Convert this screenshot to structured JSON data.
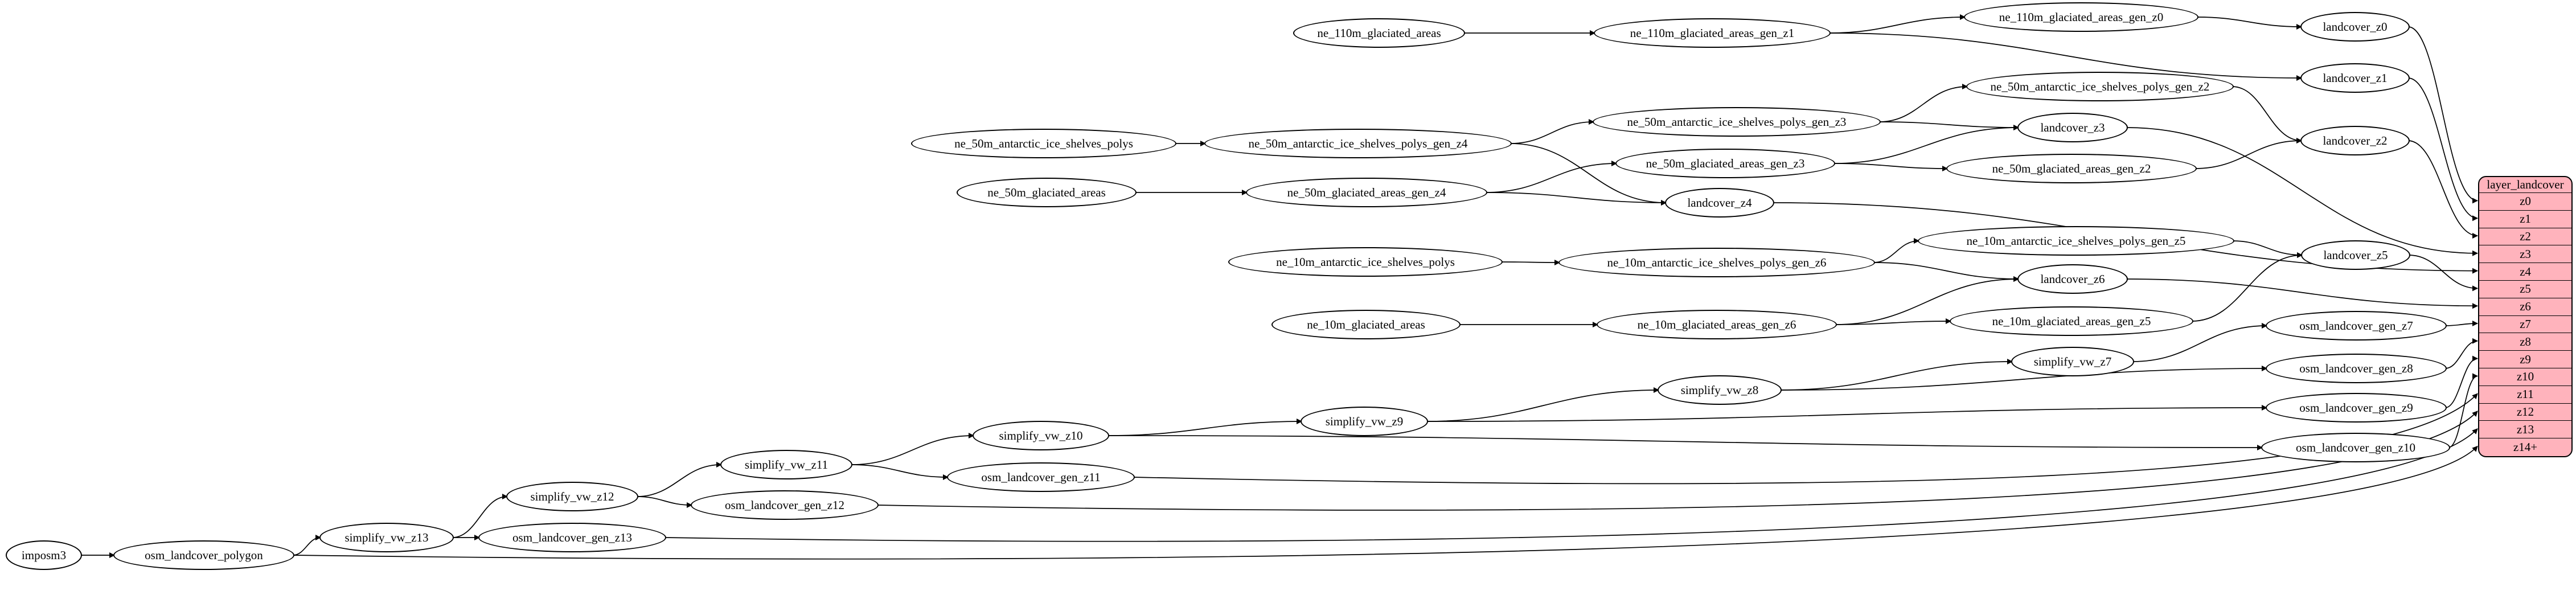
{
  "diagram": {
    "colors": {
      "node_fill": "#ffffff",
      "node_border": "#000000",
      "edge": "#000000",
      "table_fill": "#ffb3bc",
      "table_border": "#000000",
      "background": "#ffffff"
    },
    "nodes": [
      {
        "id": "imposm3",
        "label": "imposm3"
      },
      {
        "id": "osm_landcover_polygon",
        "label": "osm_landcover_polygon"
      },
      {
        "id": "simplify_vw_z13",
        "label": "simplify_vw_z13"
      },
      {
        "id": "osm_landcover_gen_z13",
        "label": "osm_landcover_gen_z13"
      },
      {
        "id": "simplify_vw_z12",
        "label": "simplify_vw_z12"
      },
      {
        "id": "osm_landcover_gen_z12",
        "label": "osm_landcover_gen_z12"
      },
      {
        "id": "simplify_vw_z11",
        "label": "simplify_vw_z11"
      },
      {
        "id": "osm_landcover_gen_z11",
        "label": "osm_landcover_gen_z11"
      },
      {
        "id": "simplify_vw_z10",
        "label": "simplify_vw_z10"
      },
      {
        "id": "simplify_vw_z9",
        "label": "simplify_vw_z9"
      },
      {
        "id": "simplify_vw_z8",
        "label": "simplify_vw_z8"
      },
      {
        "id": "simplify_vw_z7",
        "label": "simplify_vw_z7"
      },
      {
        "id": "osm_landcover_gen_z7",
        "label": "osm_landcover_gen_z7"
      },
      {
        "id": "osm_landcover_gen_z8",
        "label": "osm_landcover_gen_z8"
      },
      {
        "id": "osm_landcover_gen_z9",
        "label": "osm_landcover_gen_z9"
      },
      {
        "id": "osm_landcover_gen_z10",
        "label": "osm_landcover_gen_z10"
      },
      {
        "id": "ne_110m_glaciated_areas",
        "label": "ne_110m_glaciated_areas"
      },
      {
        "id": "ne_110m_glaciated_areas_gen_z1",
        "label": "ne_110m_glaciated_areas_gen_z1"
      },
      {
        "id": "ne_110m_glaciated_areas_gen_z0",
        "label": "ne_110m_glaciated_areas_gen_z0"
      },
      {
        "id": "landcover_z0",
        "label": "landcover_z0"
      },
      {
        "id": "landcover_z1",
        "label": "landcover_z1"
      },
      {
        "id": "ne_50m_antarctic_ice_shelves_polys_gen_z2",
        "label": "ne_50m_antarctic_ice_shelves_polys_gen_z2"
      },
      {
        "id": "ne_50m_antarctic_ice_shelves_polys_gen_z3",
        "label": "ne_50m_antarctic_ice_shelves_polys_gen_z3"
      },
      {
        "id": "landcover_z3",
        "label": "landcover_z3"
      },
      {
        "id": "ne_50m_antarctic_ice_shelves_polys",
        "label": "ne_50m_antarctic_ice_shelves_polys"
      },
      {
        "id": "ne_50m_antarctic_ice_shelves_polys_gen_z4",
        "label": "ne_50m_antarctic_ice_shelves_polys_gen_z4"
      },
      {
        "id": "ne_50m_glaciated_areas_gen_z3",
        "label": "ne_50m_glaciated_areas_gen_z3"
      },
      {
        "id": "ne_50m_glaciated_areas_gen_z2",
        "label": "ne_50m_glaciated_areas_gen_z2"
      },
      {
        "id": "landcover_z2",
        "label": "landcover_z2"
      },
      {
        "id": "ne_50m_glaciated_areas",
        "label": "ne_50m_glaciated_areas"
      },
      {
        "id": "ne_50m_glaciated_areas_gen_z4",
        "label": "ne_50m_glaciated_areas_gen_z4"
      },
      {
        "id": "landcover_z4",
        "label": "landcover_z4"
      },
      {
        "id": "ne_10m_antarctic_ice_shelves_polys_gen_z5",
        "label": "ne_10m_antarctic_ice_shelves_polys_gen_z5"
      },
      {
        "id": "landcover_z5",
        "label": "landcover_z5"
      },
      {
        "id": "ne_10m_antarctic_ice_shelves_polys",
        "label": "ne_10m_antarctic_ice_shelves_polys"
      },
      {
        "id": "ne_10m_antarctic_ice_shelves_polys_gen_z6",
        "label": "ne_10m_antarctic_ice_shelves_polys_gen_z6"
      },
      {
        "id": "landcover_z6",
        "label": "landcover_z6"
      },
      {
        "id": "ne_10m_glaciated_areas",
        "label": "ne_10m_glaciated_areas"
      },
      {
        "id": "ne_10m_glaciated_areas_gen_z6",
        "label": "ne_10m_glaciated_areas_gen_z6"
      },
      {
        "id": "ne_10m_glaciated_areas_gen_z5",
        "label": "ne_10m_glaciated_areas_gen_z5"
      }
    ],
    "edges": [
      {
        "from": "imposm3",
        "to": "osm_landcover_polygon"
      },
      {
        "from": "osm_landcover_polygon",
        "to": "simplify_vw_z13"
      },
      {
        "from": "osm_landcover_polygon",
        "to": "table:z14+"
      },
      {
        "from": "simplify_vw_z13",
        "to": "simplify_vw_z12"
      },
      {
        "from": "simplify_vw_z13",
        "to": "osm_landcover_gen_z13"
      },
      {
        "from": "osm_landcover_gen_z13",
        "to": "table:z13"
      },
      {
        "from": "simplify_vw_z12",
        "to": "simplify_vw_z11"
      },
      {
        "from": "simplify_vw_z12",
        "to": "osm_landcover_gen_z12"
      },
      {
        "from": "osm_landcover_gen_z12",
        "to": "table:z12"
      },
      {
        "from": "simplify_vw_z11",
        "to": "simplify_vw_z10"
      },
      {
        "from": "simplify_vw_z11",
        "to": "osm_landcover_gen_z11"
      },
      {
        "from": "osm_landcover_gen_z11",
        "to": "table:z11"
      },
      {
        "from": "simplify_vw_z10",
        "to": "simplify_vw_z9"
      },
      {
        "from": "simplify_vw_z10",
        "to": "osm_landcover_gen_z10"
      },
      {
        "from": "osm_landcover_gen_z10",
        "to": "table:z10"
      },
      {
        "from": "simplify_vw_z9",
        "to": "simplify_vw_z8"
      },
      {
        "from": "simplify_vw_z9",
        "to": "osm_landcover_gen_z9"
      },
      {
        "from": "osm_landcover_gen_z9",
        "to": "table:z9"
      },
      {
        "from": "simplify_vw_z8",
        "to": "simplify_vw_z7"
      },
      {
        "from": "simplify_vw_z8",
        "to": "osm_landcover_gen_z8"
      },
      {
        "from": "osm_landcover_gen_z8",
        "to": "table:z8"
      },
      {
        "from": "simplify_vw_z7",
        "to": "osm_landcover_gen_z7"
      },
      {
        "from": "osm_landcover_gen_z7",
        "to": "table:z7"
      },
      {
        "from": "ne_110m_glaciated_areas",
        "to": "ne_110m_glaciated_areas_gen_z1"
      },
      {
        "from": "ne_110m_glaciated_areas_gen_z1",
        "to": "ne_110m_glaciated_areas_gen_z0"
      },
      {
        "from": "ne_110m_glaciated_areas_gen_z1",
        "to": "landcover_z1"
      },
      {
        "from": "ne_110m_glaciated_areas_gen_z0",
        "to": "landcover_z0"
      },
      {
        "from": "landcover_z0",
        "to": "table:z0"
      },
      {
        "from": "landcover_z1",
        "to": "table:z1"
      },
      {
        "from": "ne_50m_antarctic_ice_shelves_polys",
        "to": "ne_50m_antarctic_ice_shelves_polys_gen_z4"
      },
      {
        "from": "ne_50m_antarctic_ice_shelves_polys_gen_z4",
        "to": "ne_50m_antarctic_ice_shelves_polys_gen_z3"
      },
      {
        "from": "ne_50m_antarctic_ice_shelves_polys_gen_z4",
        "to": "landcover_z4"
      },
      {
        "from": "ne_50m_antarctic_ice_shelves_polys_gen_z3",
        "to": "ne_50m_antarctic_ice_shelves_polys_gen_z2"
      },
      {
        "from": "ne_50m_antarctic_ice_shelves_polys_gen_z3",
        "to": "landcover_z3"
      },
      {
        "from": "ne_50m_antarctic_ice_shelves_polys_gen_z2",
        "to": "landcover_z2"
      },
      {
        "from": "ne_50m_glaciated_areas",
        "to": "ne_50m_glaciated_areas_gen_z4"
      },
      {
        "from": "ne_50m_glaciated_areas_gen_z4",
        "to": "ne_50m_glaciated_areas_gen_z3"
      },
      {
        "from": "ne_50m_glaciated_areas_gen_z4",
        "to": "landcover_z4"
      },
      {
        "from": "ne_50m_glaciated_areas_gen_z3",
        "to": "ne_50m_glaciated_areas_gen_z2"
      },
      {
        "from": "ne_50m_glaciated_areas_gen_z3",
        "to": "landcover_z3"
      },
      {
        "from": "ne_50m_glaciated_areas_gen_z2",
        "to": "landcover_z2"
      },
      {
        "from": "landcover_z2",
        "to": "table:z2"
      },
      {
        "from": "landcover_z3",
        "to": "table:z3"
      },
      {
        "from": "landcover_z4",
        "to": "table:z4"
      },
      {
        "from": "ne_10m_antarctic_ice_shelves_polys",
        "to": "ne_10m_antarctic_ice_shelves_polys_gen_z6"
      },
      {
        "from": "ne_10m_antarctic_ice_shelves_polys_gen_z6",
        "to": "ne_10m_antarctic_ice_shelves_polys_gen_z5"
      },
      {
        "from": "ne_10m_antarctic_ice_shelves_polys_gen_z6",
        "to": "landcover_z6"
      },
      {
        "from": "ne_10m_antarctic_ice_shelves_polys_gen_z5",
        "to": "landcover_z5"
      },
      {
        "from": "ne_10m_glaciated_areas",
        "to": "ne_10m_glaciated_areas_gen_z6"
      },
      {
        "from": "ne_10m_glaciated_areas_gen_z6",
        "to": "ne_10m_glaciated_areas_gen_z5"
      },
      {
        "from": "ne_10m_glaciated_areas_gen_z6",
        "to": "landcover_z6"
      },
      {
        "from": "ne_10m_glaciated_areas_gen_z5",
        "to": "landcover_z5"
      },
      {
        "from": "landcover_z5",
        "to": "table:z5"
      },
      {
        "from": "landcover_z6",
        "to": "table:z6"
      }
    ],
    "table": {
      "title": "layer_landcover",
      "rows": [
        "z0",
        "z1",
        "z2",
        "z3",
        "z4",
        "z5",
        "z6",
        "z7",
        "z8",
        "z9",
        "z10",
        "z11",
        "z12",
        "z13",
        "z14+"
      ]
    }
  }
}
